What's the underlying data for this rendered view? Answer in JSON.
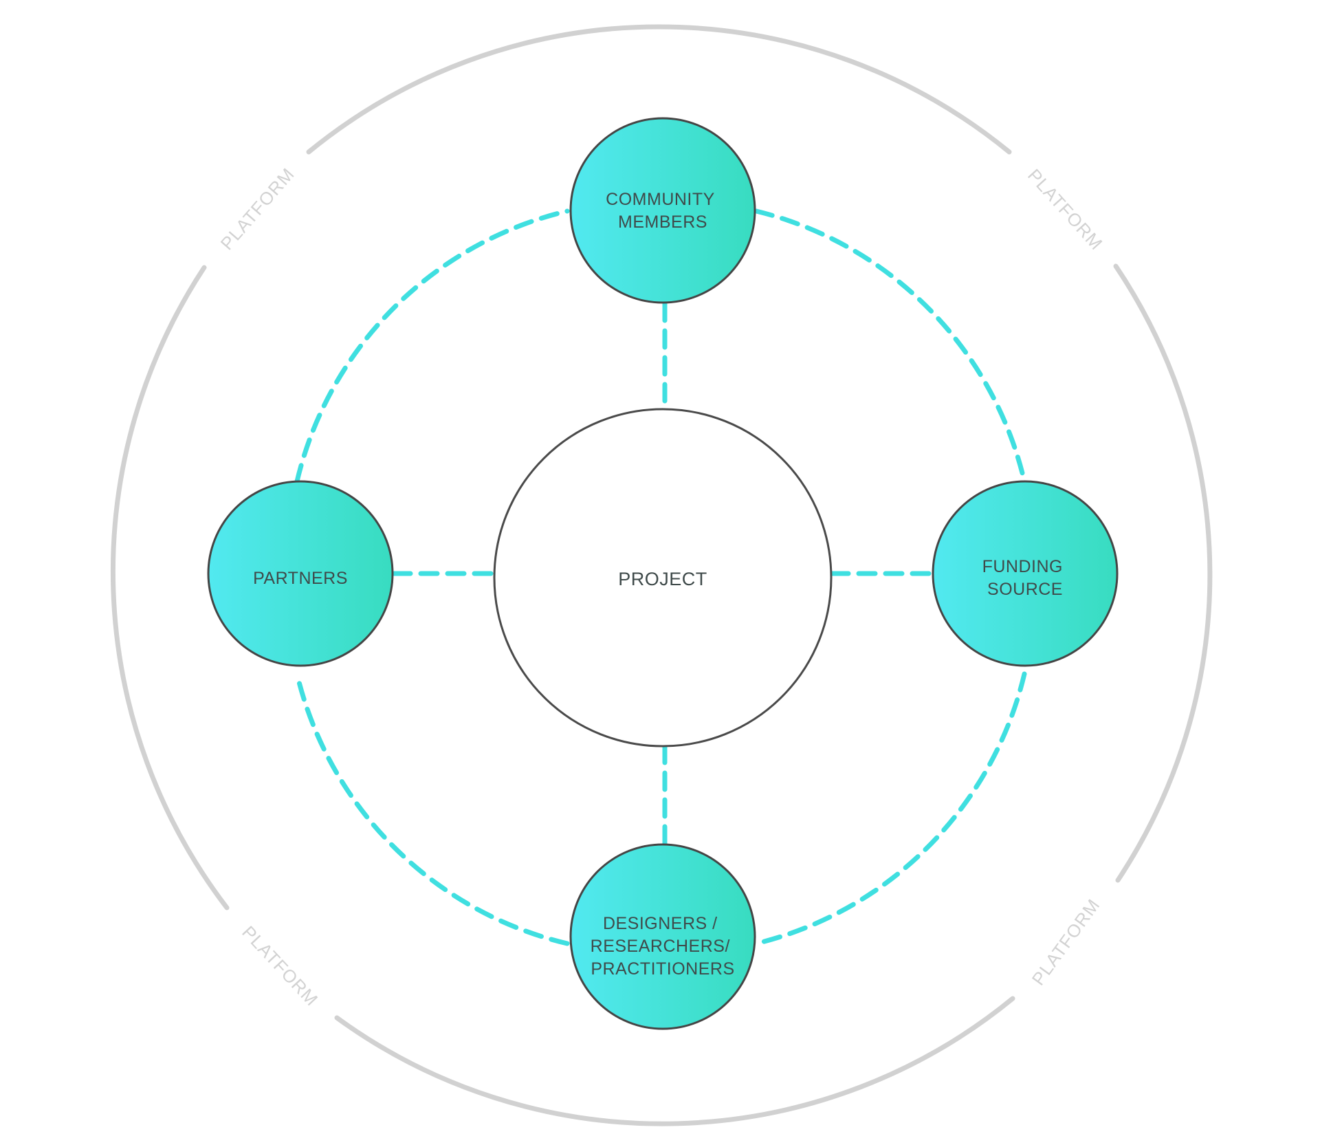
{
  "colors": {
    "ring_gray": "#d1d1d1",
    "dash_cyan": "#3fdfe0",
    "node_gradient_start": "#52e9f0",
    "node_gradient_end": "#38dcc0",
    "node_stroke": "#454545",
    "center_stroke": "#4a4a4a",
    "text": "#3f4a4a",
    "platform_text": "#d2d2d2"
  },
  "center": {
    "label": "PROJECT"
  },
  "nodes": [
    {
      "id": "community-members",
      "lines": [
        "COMMUNITY",
        "MEMBERS"
      ]
    },
    {
      "id": "funding-source",
      "lines": [
        "FUNDING",
        "SOURCE"
      ]
    },
    {
      "id": "designers",
      "lines": [
        "DESIGNERS /",
        "RESEARCHERS/",
        "PRACTITIONERS"
      ]
    },
    {
      "id": "partners",
      "lines": [
        "PARTNERS"
      ]
    }
  ],
  "platform_labels": [
    "PLATFORM",
    "PLATFORM",
    "PLATFORM",
    "PLATFORM"
  ]
}
